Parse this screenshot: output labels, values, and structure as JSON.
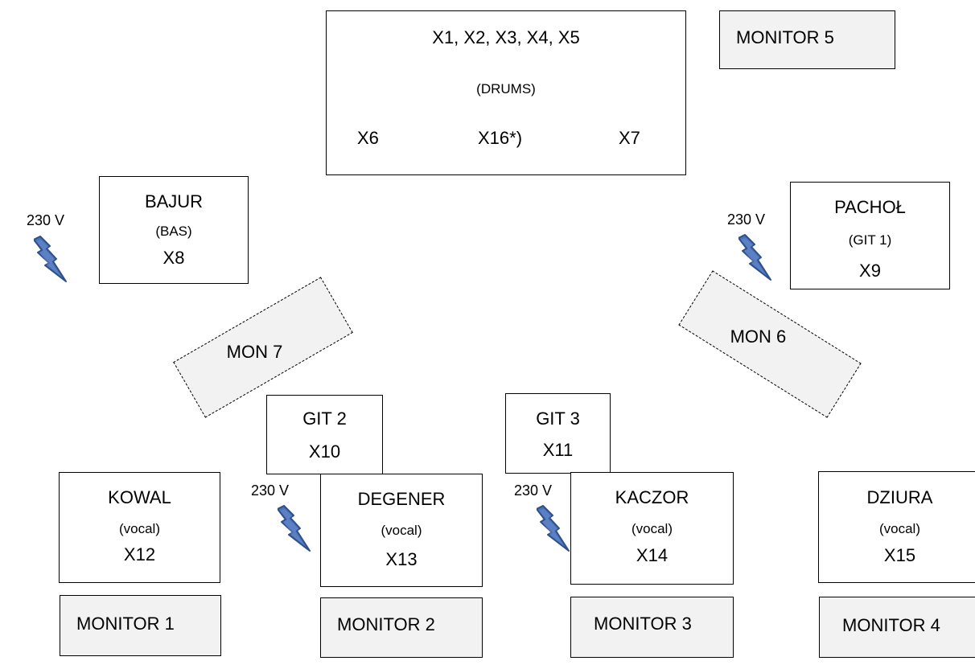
{
  "drums": {
    "channels_top": "X1, X2, X3, X4, X5",
    "label": "(DRUMS)",
    "left": "X6",
    "center": "X16*)",
    "right": "X7"
  },
  "monitor5": "MONITOR 5",
  "bajur": {
    "name": "BAJUR",
    "instrument": "(BAS)",
    "channel": "X8"
  },
  "pachol": {
    "name": "PACHOŁ",
    "instrument": "(GIT 1)",
    "channel": "X9"
  },
  "power_label": "230 V",
  "power_icon": "lightning-bolt-icon",
  "mon7": "MON 7",
  "mon6": "MON 6",
  "git2": {
    "name": "GIT 2",
    "channel": "X10"
  },
  "git3": {
    "name": "GIT 3",
    "channel": "X11"
  },
  "kowal": {
    "name": "KOWAL",
    "role": "(vocal)",
    "channel": "X12"
  },
  "degener": {
    "name": "DEGENER",
    "role": "(vocal)",
    "channel": "X13"
  },
  "kaczor": {
    "name": "KACZOR",
    "role": "(vocal)",
    "channel": "X14"
  },
  "dziura": {
    "name": "DZIURA",
    "role": "(vocal)",
    "channel": "X15"
  },
  "monitor1": "MONITOR 1",
  "monitor2": "MONITOR 2",
  "monitor3": "MONITOR 3",
  "monitor4": "MONITOR 4",
  "colors": {
    "monitor_fill": "#f2f2f2",
    "bolt_fill": "#4a72b8",
    "bolt_stroke": "#2e4f8a"
  }
}
